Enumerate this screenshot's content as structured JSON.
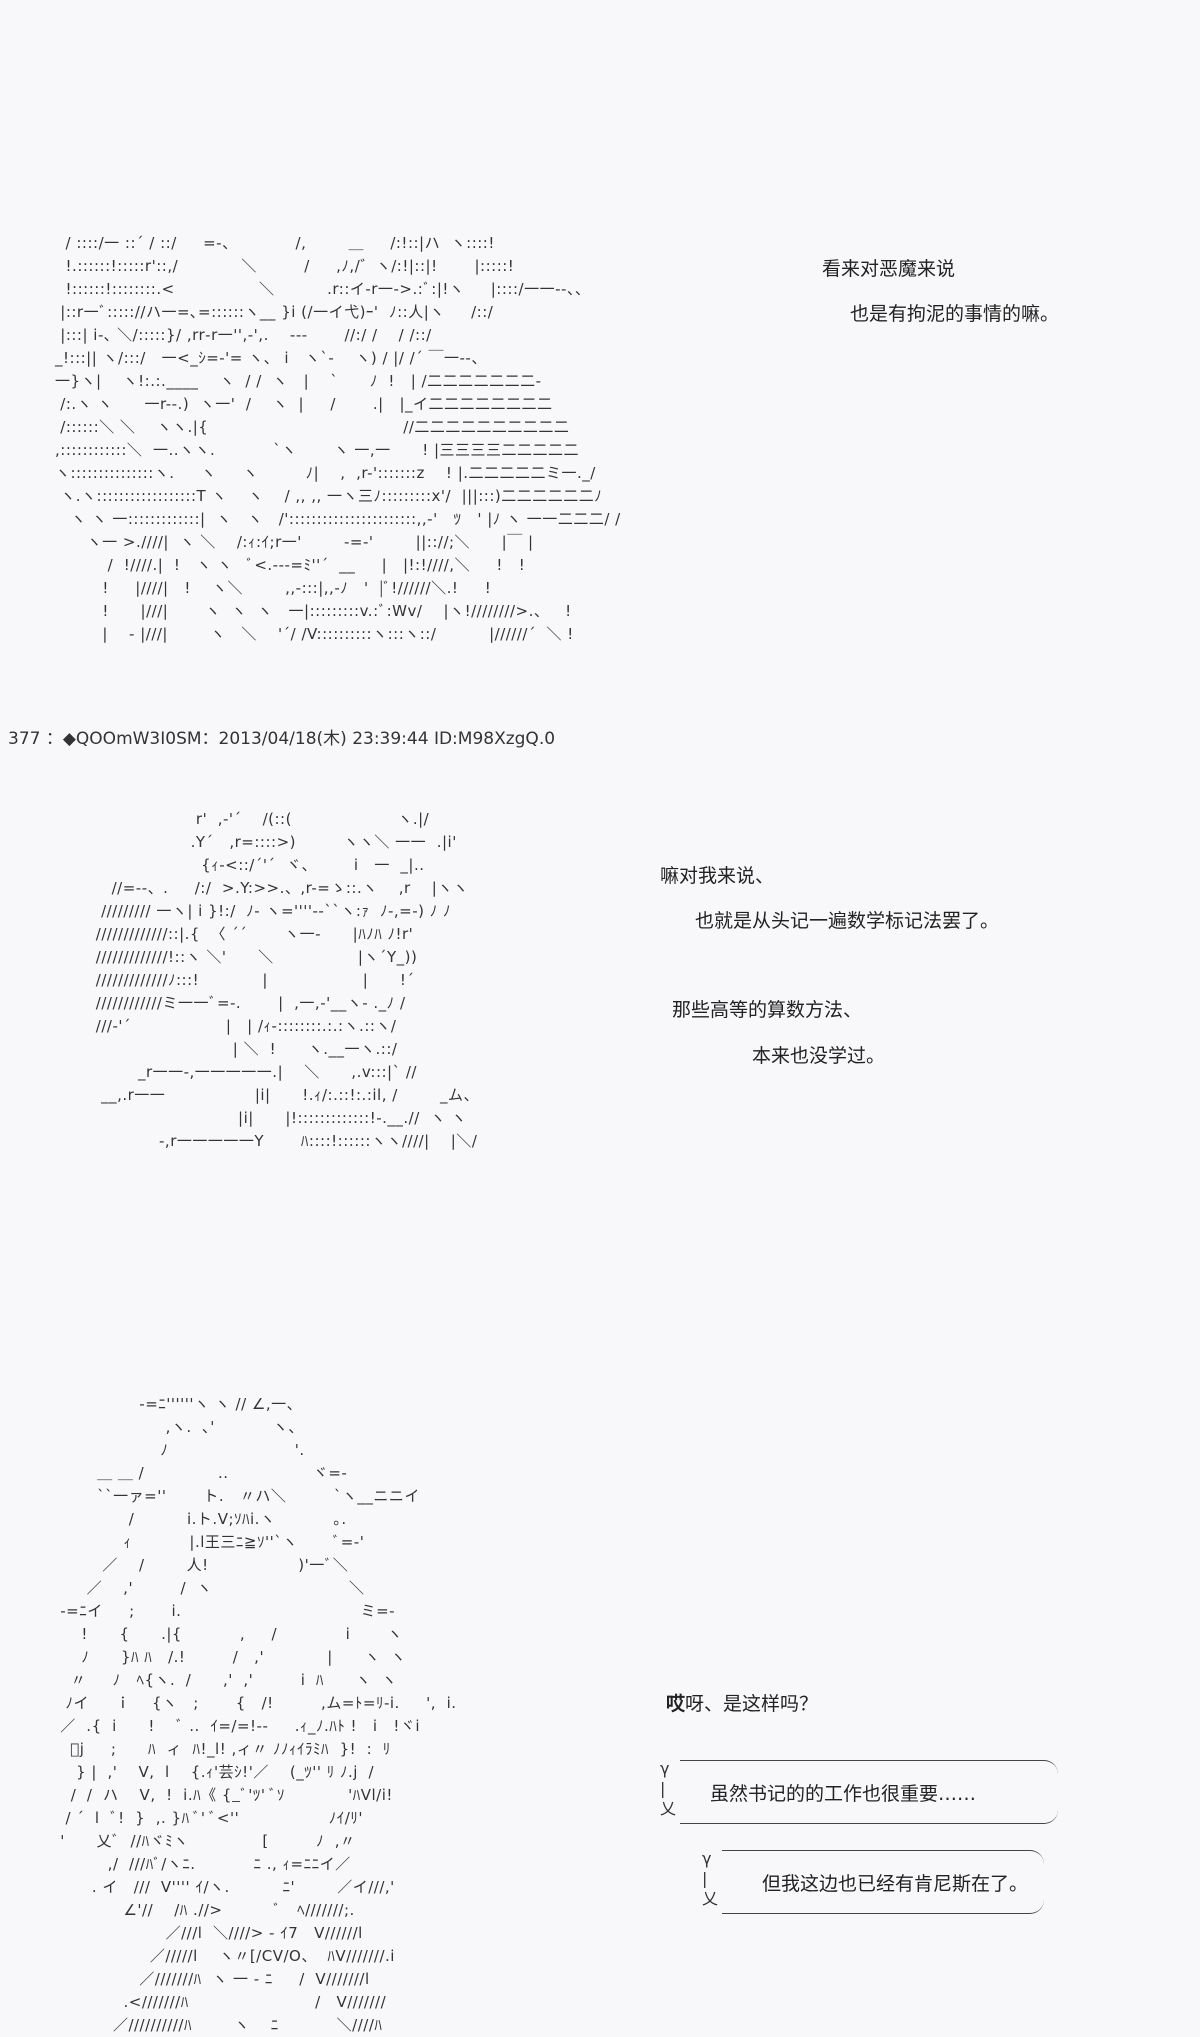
{
  "post_header": "377 ：◆QOOmW3I0SM：2013/04/18(木) 23:39:44 ID:M98XzgQ.0",
  "panel1": {
    "art": [
      "  / ::::/一 ::´ / ::/     =-、           /,        ＿     /:!::|ハ  ヽ::::!",
      "  !.::::::!:::::r'::,/            ＼         /     ,ﾉ,/゛ヽ/:!|::|!       |:::::!",
      "  !::::::!::::::::.<                ＼          .r::イ-r一->.:ﾞ:|!ヽ     |::::/一一--、、",
      " |::r一ﾞ::::://ハ一=､=::::::ヽ__ }i (/一イ弋)ｰ'  ﾉ::人|ヽ     /::/",
      " |:::| i-､ ＼/:::::}/ ,rr‐r一'',-',.    ---       //:/ /    / /::/",
      "_!:::|| ヽ/:::/   一<_ｼ=-'= ヽ、 i   ヽ`-    ヽ) / |/ /´ ￣一--、",
      "一}ヽ|    ヽ!:.:.____    ヽ  / /  ヽ   |    `      ﾉ  !   | /二二二二二二二-",
      " /:.ヽ ヽ      一r--.)  ヽ一'  /    ヽ  |     /       .|   |_イ二二二二二二二二",
      " /::::::＼ ＼    ヽヽ.|{                                     //二二二二二二二二二二",
      ",::::::::::::＼  一..ヽヽ.           `ヽ       ヽ 一,一      ! |三三三三二二二二二",
      "ヽ:::::::::::::::ヽ.     ヽ     ヽ         ﾉ|    ,  ,r-':::::::z    ! |.二二二二二ミ一._/",
      " ヽ.ヽ::::::::::::::::::T ヽ    ヽ    / ,, ,, 一ヽ三ﾉ:::::::::x'/  |||:::)二二二二二二ﾉ",
      "   ヽ ヽ 一:::::::::::::|  ヽ   ヽ   /':::::::::::::::::::::::,,-'   ﾂ   ' |ﾉ ヽ 一一二二二/ /",
      "      ヽ一 >.////|  ヽ ＼    /:ｨ:ｲ;r一'        -=-'        ||:://;＼      |￣ |",
      "          /  !////.|  !   ヽ ヽ   ﾞ<.---=ﾐ''´  __     |   |!:!////,＼     !   !",
      "         !     |////|   !    ヽ＼        ,,-:::|,,-ﾉ   '  |ﾞ!//////＼.!     !",
      "         !      |///|       ヽ  ヽ  ヽ   一|:::::::::v.:ﾞ:Wv/    |ヽ!////////>.、   !",
      "         |    - |///|        ヽ   ＼    '´/ /V::::::::::ヽ:::ヽ::/          |//////´  ＼ !"
    ],
    "lines": [
      "看来对恶魔来说",
      "也是有拘泥的事情的嘛。"
    ]
  },
  "panel2": {
    "art": [
      "                      r'  ,-'´    /(::(                    ヽ.|/",
      "                     .Y´   ,r=::::>)         ヽヽ＼ 一一  .|i'",
      "                       {ｨ-<::/´'´  ヾ、       i   一  _|..",
      "      //=--、.     /:/  >.Y:>>.、,r-=ゝ::.ヽ    ,r    |ヽヽ",
      "    ///////// 一ヽ| i }!:/  ﾉ- ヽ=''''--``ヽ:ｧ  ﾉ-,=-) ﾉ ﾉ",
      "   /////////////::|.{  〈 ´´       ヽ一-      |ﾊﾉﾊ ﾉ!r'",
      "   /////////////!::ヽ ＼'      ＼                |ヽ´Y_))",
      "   /////////////ﾉ:::!            |                  |      !´",
      "   ////////////ミ一一ﾞ=-.       |  ,一,-'__ヽ- ._ﾉ /",
      "   ///-'´                  |   | /ｨ-::::::::.:.:ヽ.::ヽ/",
      "                             | ＼  !      ヽ.__一ヽ.::/",
      "           _r一一-,一一一一一.|    ＼      ,.v:::|` //",
      "    __,.r一一                 |i|      !.ｨ/:.::!:.:il, /        _ム、",
      "                              |i|      |!:::::::::::::!-.__.//  ヽ ヽ",
      "               -,r一一一一一Y       ﾊ::::!::::::ヽヽ////|    |＼/"
    ],
    "lines": [
      "嘛对我来说、",
      "也就是从头记一遍数学标记法罢了。",
      "那些高等的算数方法、",
      "本来也没学过。"
    ]
  },
  "panel3": {
    "art": [
      "                -=ﾆ''''''ヽ ヽ // ∠,一、",
      "                     ,ヽ.  ､'           ヽ、",
      "                    ﾉ                        '.",
      "        ＿ ＿ /              ..                ヾ=-",
      "        ``一ァ=''       ト.   〃ハ＼         `ヽ__ニニイ",
      "              /          i.ト.V;ｿﾊi.ヽ           ｡.",
      "             ｨ           |.l王三ﾆ≧ｿ''`ヽ       ﾞ=-'",
      "         ／    /        人!                 )'一ﾞ＼",
      "      ／    ,'         /  ヽ                          ＼",
      " -=ﾆイ     ;       i.                                  ミ=-",
      "     !      {      .|{           ,     /             i       ヽ",
      "     ﾉ      }ﾊ ﾊ   /.!         /   ,'            |      ヽ  ヽ",
      "   〃     ﾉ   ﾍ{ヽ.  /      ,'  ,'         i  ﾊ      ヽ  ヽ",
      "  ﾉイ     ｉ    {ヽ   ;       {   /!         ,ム=ﾄ=ﾘ-i.     ',  i.",
      " ／  .{  i      !    ﾞ ..  ｲ=/=!--     .ｨ_ﾉ.ﾊﾄ !   i   !ヾi",
      "   ﾞj     ;      ﾊ  ィ  ﾊ!_l! ,ィ〃 ﾉﾉｨｲﾗﾐﾊ  }!  :  ﾘ",
      "    } |  ,'    V,  l    {.ｨ'芸ｼ!'／    (_ﾂ'' ﾘ ﾉ.j  /",
      "   /  /  ハ    V,  !  i.ﾊ《 {_ﾞ'ﾂ' ﾞｿ            'ﾊVl/i!",
      "  / ´  l  ﾞ!  }  ,. }ﾊ ﾞ' ﾞ<''                 ﾉｲ/ﾘ'",
      " '      乂ﾞ  //ﾊヾﾐヽ              [         ﾉ  ,〃",
      "          ,/  ///ﾊﾞ/ヽﾆ.           ﾆ ., ｨ=ﾆﾆイ／",
      "       . イ   ///  V'''' ｲ/ヽ.          ﾆ'        ／イ///,'",
      "             ∠'//    /ﾊ .//>          ﾞ   ﾍ///////;.",
      "                     ／///l  ＼////> - ｲ7   V//////l",
      "                  ／/////l    ヽ〃[/CV/O、  ﾊV///////.i",
      "                ／///////ﾊ  ヽ 一 - ﾆ     /  V///////l",
      "             .<///////ﾊ                        /   V///////",
      "           ／//////////ﾊ        ヽ    ﾆ           ＼////ﾊ"
    ],
    "line_bold": "哎",
    "line_rest": "呀、是这样吗？",
    "bubble1": "虽然书记的的工作也很重要……",
    "bubble2": "但我这边也已经有肯尼斯在了。"
  }
}
